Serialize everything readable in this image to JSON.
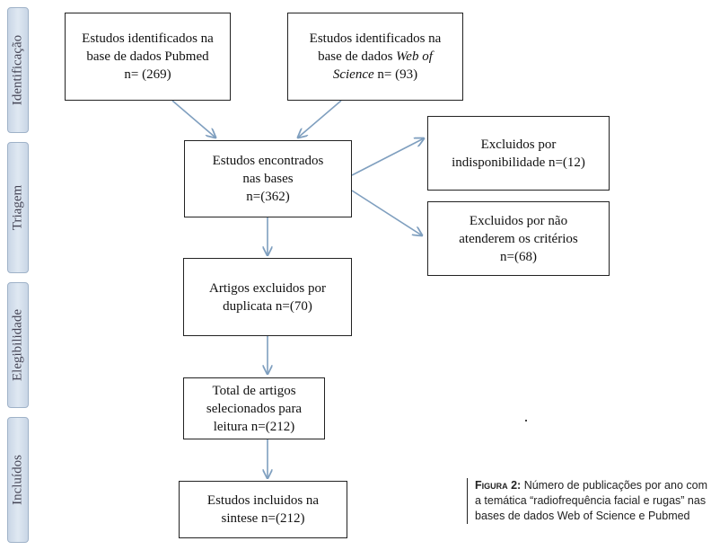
{
  "stages": {
    "identificacao": "Identificação",
    "triagem": "Triagem",
    "elegibilidade": "Elegibilidade",
    "incluidos": "Incluídos"
  },
  "boxes": {
    "pubmed": {
      "line1": "Estudos identificados na",
      "line2": "base de dados Pubmed",
      "line3": "n= (269)"
    },
    "wos": {
      "line1": "Estudos identificados na",
      "line2_pre": "base de dados ",
      "line2_italic": "Web of",
      "line3_italic": "Science",
      "line3_post": " n= (93)"
    },
    "encontrados": {
      "line1": "Estudos encontrados",
      "line2": "nas bases",
      "line3": "n=(362)"
    },
    "indisponibilidade": {
      "line1": "Excluidos por",
      "line2": "indisponibilidade n=(12)"
    },
    "criterios": {
      "line1": "Excluidos por não",
      "line2": "atenderem os critérios",
      "line3": "n=(68)"
    },
    "duplicata": {
      "line1": "Artigos excluidos por",
      "line2": "duplicata n=(70)"
    },
    "selecionados": {
      "line1": "Total de artigos",
      "line2": "selecionados para",
      "line3": "leitura n=(212)"
    },
    "incluidos": {
      "line1": "Estudos incluidos na",
      "line2": "sintese n=(212)"
    }
  },
  "caption": {
    "label": "Figura 2:",
    "text": " Número de publicações por ano com a temática “radiofrequência facial e rugas” nas bases de dados Web of Science e Pubmed"
  },
  "colors": {
    "arrow": "#7f9fbf",
    "tab": "#c9d6e6"
  }
}
